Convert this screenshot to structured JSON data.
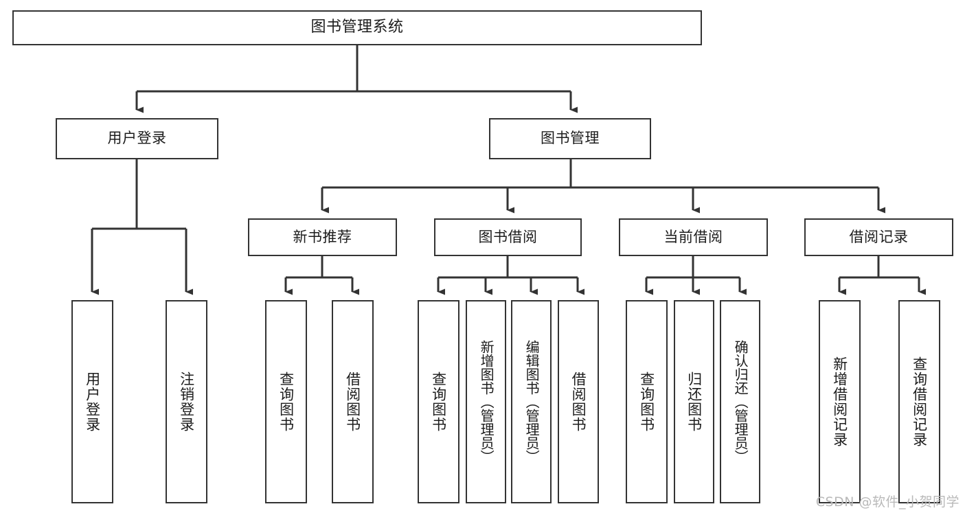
{
  "diagram": {
    "title": "图书管理系统",
    "watermark": "CSDN @软件_小贺同学",
    "colors": {
      "box_border": "#333333",
      "box_fill": "#ffffff",
      "connector": "#333333",
      "text": "#1c1c1c",
      "watermark": "#b9b9b9",
      "background": "#ffffff"
    },
    "root": {
      "label": "图书管理系统"
    },
    "level2": [
      {
        "label": "用户登录"
      },
      {
        "label": "图书管理"
      }
    ],
    "level3": [
      {
        "label": "新书推荐"
      },
      {
        "label": "图书借阅"
      },
      {
        "label": "当前借阅"
      },
      {
        "label": "借阅记录"
      }
    ],
    "leaves": {
      "user_login": [
        {
          "label": "用户登录"
        },
        {
          "label": "注销登录"
        }
      ],
      "new_book_recommend": [
        {
          "label": "查询图书"
        },
        {
          "label": "借阅图书"
        }
      ],
      "book_borrow": [
        {
          "label": "查询图书"
        },
        {
          "label": "新增图书（管理员）"
        },
        {
          "label": "编辑图书（管理员）"
        },
        {
          "label": "借阅图书"
        }
      ],
      "current_borrow": [
        {
          "label": "查询图书"
        },
        {
          "label": "归还图书"
        },
        {
          "label": "确认归还（管理员）"
        }
      ],
      "borrow_record": [
        {
          "label": "新增借阅记录"
        },
        {
          "label": "查询借阅记录"
        }
      ]
    }
  }
}
